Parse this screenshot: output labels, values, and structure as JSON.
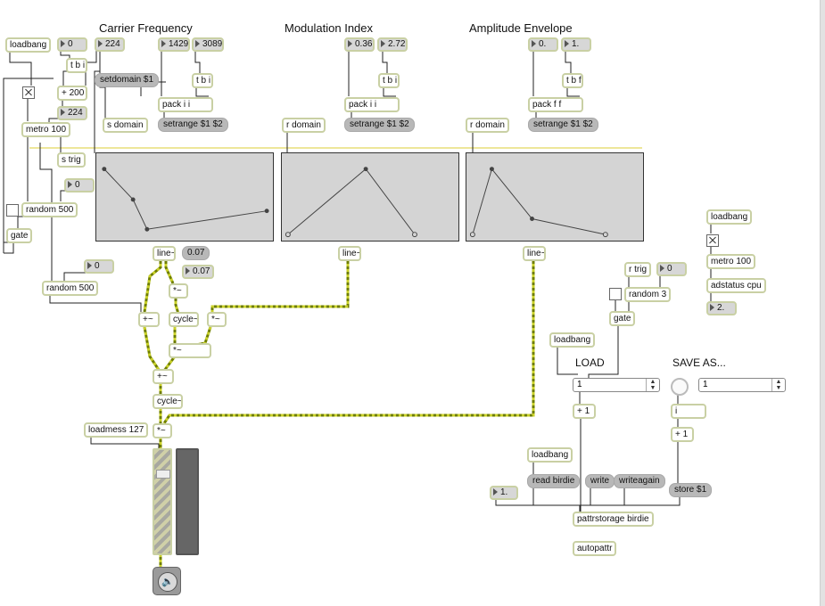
{
  "headings": {
    "carrier": "Carrier Frequency",
    "modulation": "Modulation Index",
    "amplitude": "Amplitude Envelope",
    "load": "LOAD",
    "save_as": "SAVE AS..."
  },
  "objects": {
    "loadbang_main": "loadbang",
    "tbi_main": "t b i",
    "plus200": "+ 200",
    "metro_main": "metro 100",
    "s_trig": "s trig",
    "random500_a": "random 500",
    "gate_main": "gate",
    "random500_b": "random 500",
    "s_domain": "s domain",
    "tbi_carrier": "t b i",
    "pack_carrier": "pack i i",
    "r_domain_mod": "r domain",
    "tbi_mod": "t b i",
    "pack_mod": "pack i i",
    "r_domain_amp": "r domain",
    "tbf_amp": "t b f",
    "packff_amp": "pack f f",
    "line_carrier": "line~",
    "line_mod": "line~",
    "line_amp": "line~",
    "times_a": "*~",
    "plus_a": "+~",
    "cycle_a": "cycle~",
    "times_b": "*~",
    "times_c": "*~",
    "plus_b": "+~",
    "cycle_b": "cycle~",
    "times_out": "*~",
    "loadbang_cpu": "loadbang",
    "metro_cpu": "metro 100",
    "adstatus": "adstatus cpu",
    "r_trig": "r trig",
    "random3": "random 3",
    "gate_r": "gate",
    "loadbang_load": "loadbang",
    "plus1_load": "+ 1",
    "i_save": "i",
    "plus1_save": "+ 1",
    "loadbang_birdie": "loadbang",
    "pattrstorage": "pattrstorage birdie",
    "autopattr": "autopattr"
  },
  "messages": {
    "setdomain": "setdomain $1",
    "setrange_carrier": "setrange $1 $2",
    "setrange_mod": "setrange $1 $2",
    "setrange_amp": "setrange $1 $2",
    "val_007_a": "0.07",
    "loadmess": "loadmess 127",
    "cpu_value": "2.",
    "read_birdie": "read birdie",
    "write": "write",
    "writeagain": "writeagain",
    "store": "store $1"
  },
  "numbers": {
    "n0_top": "0",
    "n224_top": "224",
    "n224_mid": "224",
    "n1429": "1429",
    "n3089": "3089",
    "n0_rand_a": "0",
    "n0_rand_b": "0",
    "n036": "0.36",
    "n272": "2.72",
    "n0_amp": "0.",
    "n1_amp": "1.",
    "n007_b": "0.07",
    "n0_rtrig": "0",
    "n1_birdie": "1."
  },
  "menus": {
    "load_menu": "1",
    "save_menu": "1"
  },
  "icons": {
    "speaker": "speaker-icon"
  },
  "colors": {
    "patch_cord": "#222222",
    "signal_cord_a": "#6e7d00",
    "signal_cord_b": "#c9d12a",
    "trigger_line": "#e8dd79",
    "panel_bg": "#d4d4d4"
  }
}
